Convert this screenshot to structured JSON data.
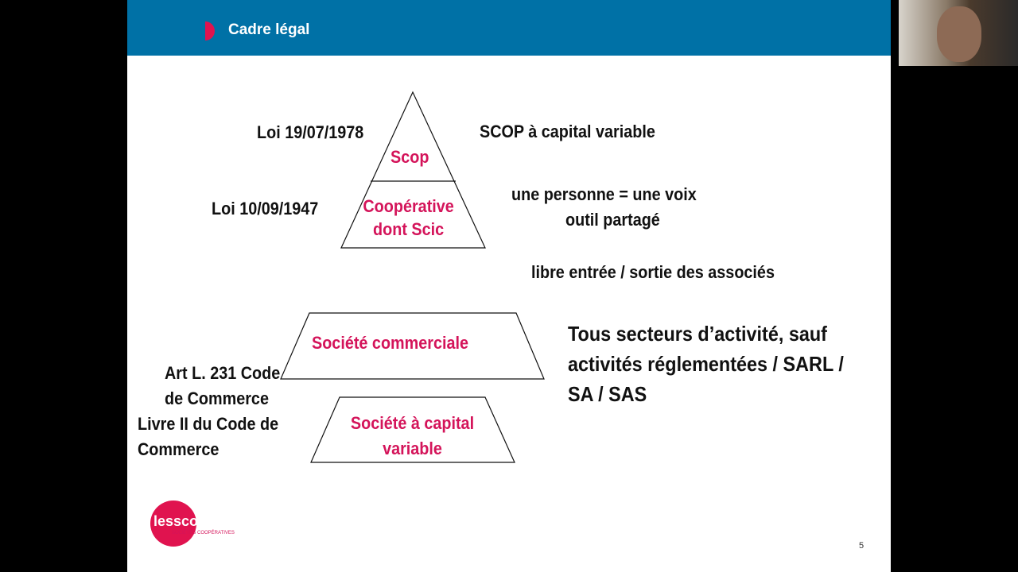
{
  "header": {
    "title": "Cadre légal"
  },
  "left_labels": {
    "loi_1978": "Loi 19/07/1978",
    "loi_1947": "Loi 10/09/1947",
    "art_l231": "Art L. 231 Code de Commerce",
    "livre_ii": "Livre II du Code de Commerce"
  },
  "pyramid": {
    "top": "Scop",
    "middle": "Coopérative dont Scic"
  },
  "trapezoids": {
    "commerciale": "Société commerciale",
    "capital_variable": "Société  à  capital variable"
  },
  "right_labels": {
    "scop_capital": "SCOP à capital variable",
    "une_voix": "une personne = une voix",
    "outil": "outil partagé",
    "libre": "libre entrée / sortie des associés",
    "secteurs": "Tous secteurs d’activité, sauf activités réglementées / SARL / SA / SAS"
  },
  "logo": {
    "text": "lesscop",
    "sub": "SOCIÉTÉS COOPÉRATIVES"
  },
  "page_number": "5",
  "colors": {
    "header": "#0071a6",
    "accent": "#d4145a"
  }
}
